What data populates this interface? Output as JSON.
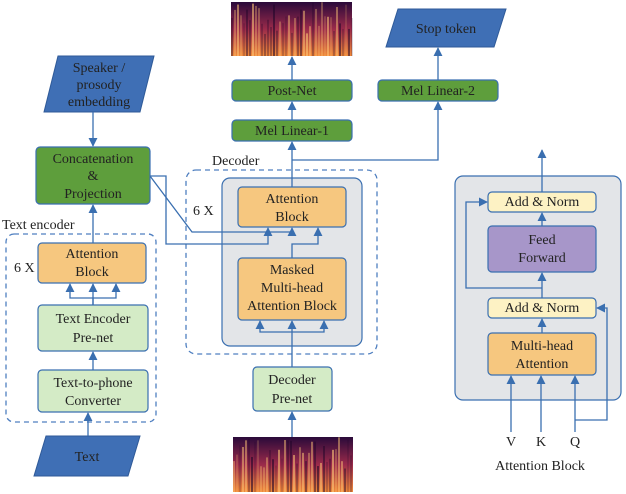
{
  "colors": {
    "input_blue": "#3f6fb5",
    "arrow_blue": "#3a6fb0",
    "light_green": "#d4ebc6",
    "dark_green": "#5e9e3c",
    "orange": "#f6c77f",
    "light_yellow": "#fdf2c4",
    "purple": "#a796c9",
    "panel_gray": "#e3e5e8"
  },
  "text_encoder": {
    "section_label": "Text encoder",
    "repeat_label": "6 X",
    "input": "Text",
    "text_to_phone": [
      "Text-to-phone",
      "Converter"
    ],
    "prenet": [
      "Text Encoder",
      "Pre-net"
    ],
    "attention_block": [
      "Attention",
      "Block"
    ]
  },
  "speaker_embedding": [
    "Speaker /",
    "prosody",
    "embedding"
  ],
  "concat_projection": [
    "Concatenation",
    "&",
    "Projection"
  ],
  "decoder": {
    "section_label": "Decoder",
    "repeat_label": "6 X",
    "attention_block": [
      "Attention",
      "Block"
    ],
    "masked_attention": [
      "Masked",
      "Multi-head",
      "Attention Block"
    ],
    "prenet": [
      "Decoder",
      "Pre-net"
    ]
  },
  "mel_linear_1": "Mel Linear-1",
  "post_net": "Post-Net",
  "mel_linear_2": "Mel Linear-2",
  "stop_token": "Stop token",
  "attention_detail": {
    "add_norm_top": "Add & Norm",
    "feed_forward": [
      "Feed",
      "Forward"
    ],
    "add_norm_bottom": "Add & Norm",
    "multi_head": [
      "Multi-head",
      "Attention"
    ],
    "inputs": [
      "V",
      "K",
      "Q"
    ],
    "caption": "Attention Block"
  }
}
